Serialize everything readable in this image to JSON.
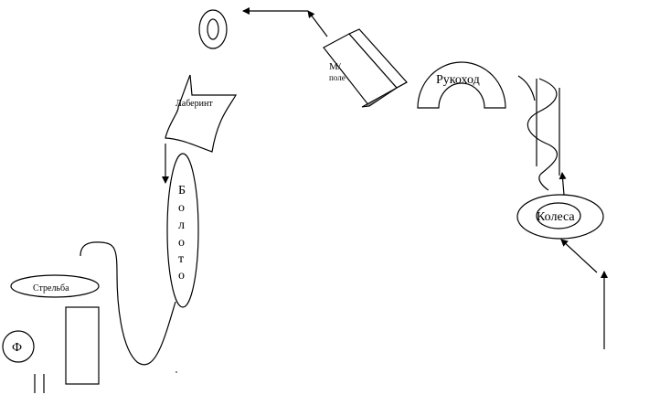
{
  "stations": {
    "labyrinth": "Лаберинт",
    "swamp_letters": [
      "Б",
      "о",
      "л",
      "о",
      "т",
      "о"
    ],
    "shooting": "Стрельба",
    "phi": "Ф",
    "monkey_bars": "Рукоход",
    "wheels": "Колеса",
    "magnetic_field_line1": "М/",
    "magnetic_field_line2": "поле"
  },
  "colors": {
    "ink": "#000000",
    "background": "#ffffff",
    "box_side_shade": "#888888"
  }
}
